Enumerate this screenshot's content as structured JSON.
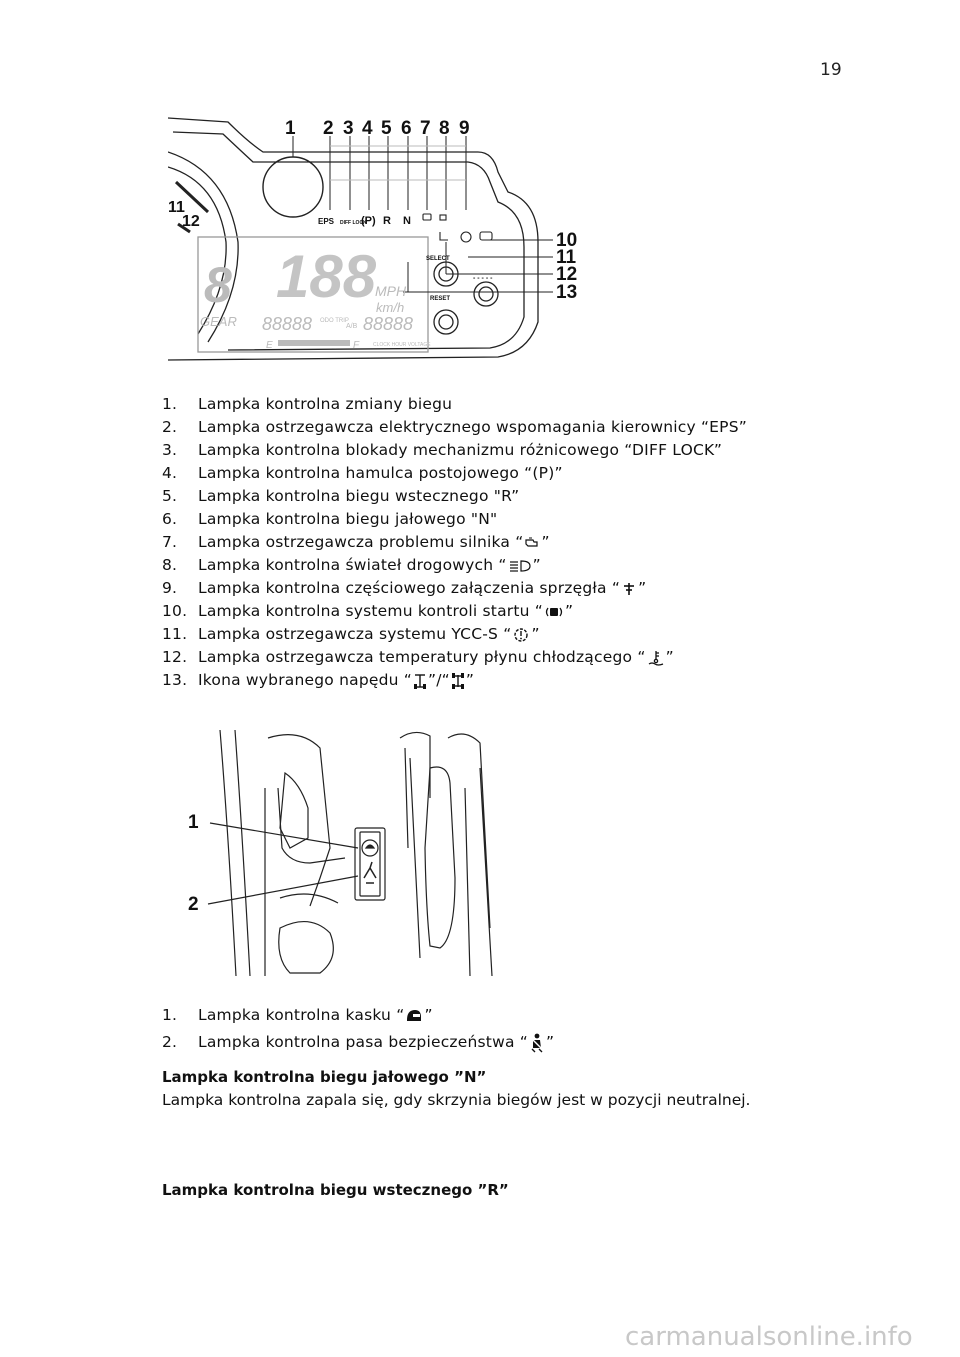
{
  "page_number": "19",
  "dashboard_figure": {
    "callouts": [
      "1",
      "2",
      "3",
      "4",
      "5",
      "6",
      "7",
      "8",
      "9",
      "10",
      "11",
      "12",
      "13"
    ],
    "display_labels": {
      "eps": "EPS",
      "diff": "DIFF LOCK",
      "p": "(P)",
      "r": "R",
      "n": "N",
      "select": "SELECT",
      "reset": "RESET",
      "gear": "GEAR",
      "speed_digits": "188",
      "mph": "MPH",
      "kmh": "km/h",
      "odo": "88888",
      "trip": "88888",
      "odo_units": "ODO TRIP",
      "trip_ab": "A/B",
      "fuel_e": "E",
      "fuel_f": "F",
      "clock": "CLOCK HOUR VOLTAGE",
      "scale_11": "11",
      "scale_12": "12",
      "dashes": "- - - - -"
    }
  },
  "indicator_list": [
    {
      "num": "1.",
      "text": "Lampka kontrolna zmiany biegu"
    },
    {
      "num": "2.",
      "text": "Lampka ostrzegawcza elektrycznego wspomagania kierownicy “EPS”"
    },
    {
      "num": "3.",
      "text": "Lampka kontrolna blokady mechanizmu różnicowego “DIFF LOCK”"
    },
    {
      "num": "4.",
      "text": "Lampka kontrolna hamulca postojowego “(P)”"
    },
    {
      "num": "5.",
      "text": "Lampka kontrolna biegu wstecznego \"R”"
    },
    {
      "num": "6.",
      "text": "Lampka kontrolna biegu jałowego \"N\""
    },
    {
      "num": "7.",
      "text": "Lampka ostrzegawcza problemu silnika",
      "q1": "“",
      "q2": "”",
      "icon": "engine-icon"
    },
    {
      "num": "8.",
      "text": "Lampka kontrolna świateł drogowych",
      "q1": "“",
      "q2": "”",
      "icon": "high-beam-icon"
    },
    {
      "num": "9.",
      "text": "Lampka kontrolna częściowego załączenia sprzęgła",
      "q1": "“",
      "q2": "”",
      "icon": "clutch-icon"
    },
    {
      "num": "10.",
      "text": "Lampka kontrolna systemu kontroli startu",
      "q1": "“",
      "q2": "”",
      "icon": "launch-control-icon"
    },
    {
      "num": "11.",
      "text": "Lampka ostrzegawcza systemu YCC-S",
      "q1": "“",
      "q2": "”",
      "icon": "ycc-s-icon"
    },
    {
      "num": "12.",
      "text": "Lampka ostrzegawcza temperatury płynu chłodzącego",
      "q1": "“",
      "q2": "”",
      "icon": "coolant-temperature-icon"
    },
    {
      "num": "13.",
      "text": "Ikona wybranego napędu",
      "q1": "“",
      "mid": "”/“",
      "q2": "”",
      "icon": "drive-2wd-icon",
      "icon2": "drive-4wd-icon"
    }
  ],
  "handlebar_figure": {
    "callouts": [
      "1",
      "2"
    ]
  },
  "handlebar_list": [
    {
      "num": "1.",
      "text": "Lampka kontrolna kasku",
      "q1": "“",
      "q2": "”",
      "icon": "helmet-icon"
    },
    {
      "num": "2.",
      "text": "Lampka kontrolna pasa bezpieczeństwa",
      "q1": "“",
      "q2": "”",
      "icon": "seat-belt-icon"
    }
  ],
  "sections": [
    {
      "heading": "Lampka kontrolna biegu jałowego ”N”",
      "body": "Lampka kontrolna zapala się, gdy skrzynia biegów jest w pozycji neutralnej."
    },
    {
      "heading": "Lampka kontrolna biegu wstecznego ”R”",
      "body": ""
    }
  ],
  "watermark": "carmanualsonline.info"
}
